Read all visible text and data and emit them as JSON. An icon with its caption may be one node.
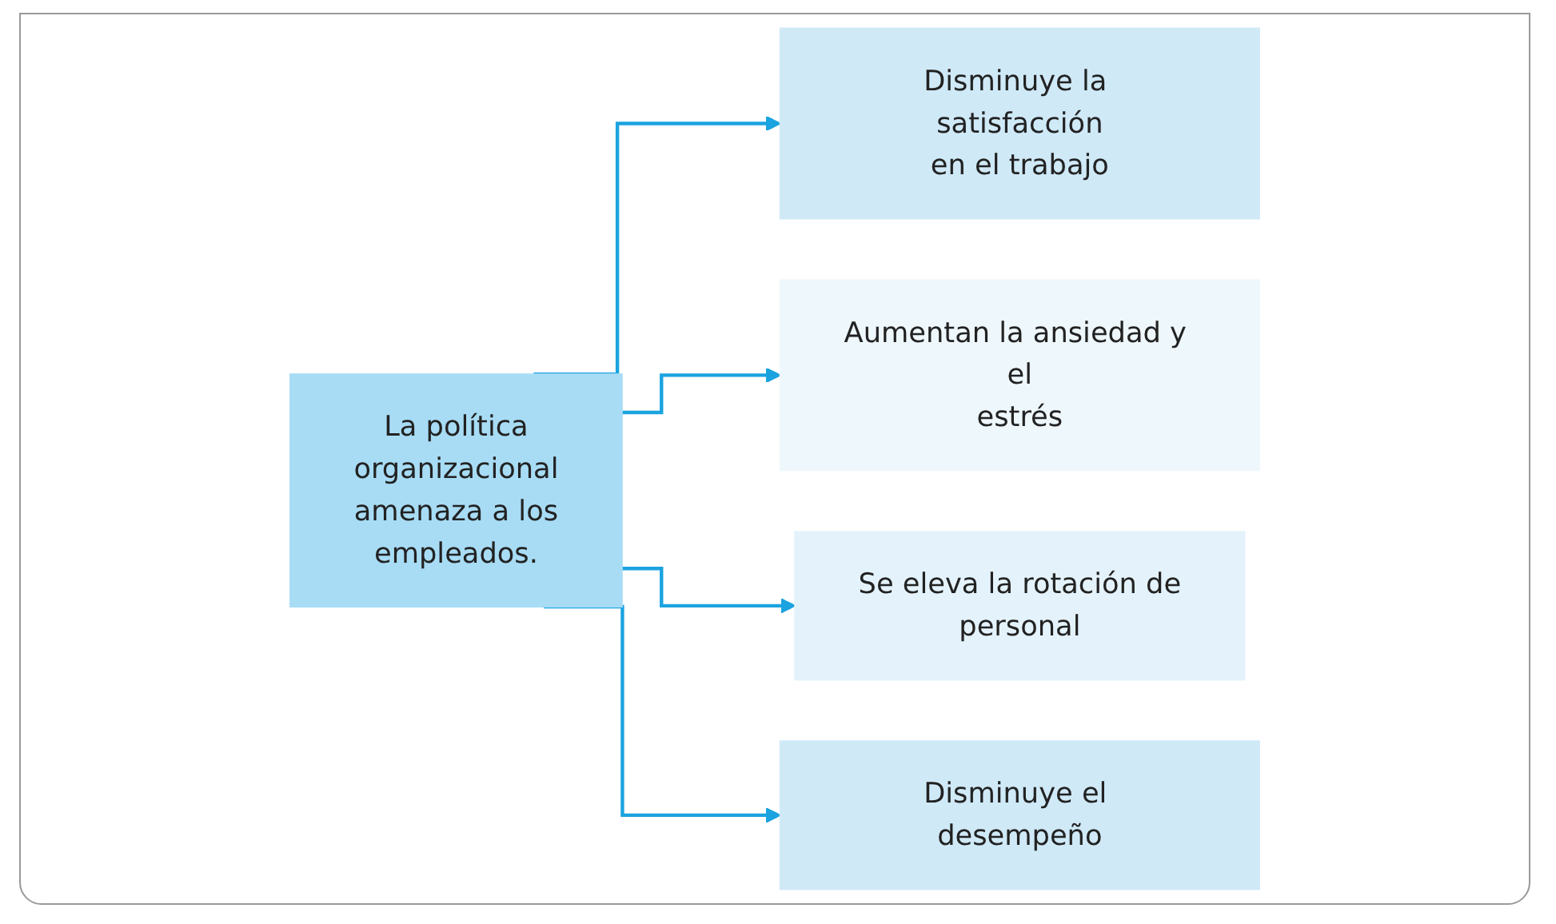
{
  "diagram": {
    "nodes": [
      {
        "text": [
          "La política organizacional amenaza a los empleados."
        ]
      },
      {
        "text": [
          "Disminuye la satisfacción en el trabajo"
        ]
      },
      {
        "text": [
          "Aumentan la ansiedad y el estrés"
        ]
      },
      {
        "text": [
          "Se eleva la rotación de personal"
        ]
      },
      {
        "text": [
          "Disminuye el desempeño"
        ]
      }
    ],
    "edges": [
      {
        "from": 0,
        "to": 1,
        "arrow": "to"
      },
      {
        "from": 0,
        "to": 2,
        "arrow": "to"
      },
      {
        "from": 0,
        "to": 3,
        "arrow": "to"
      },
      {
        "from": 0,
        "to": 4,
        "arrow": "to"
      }
    ]
  }
}
